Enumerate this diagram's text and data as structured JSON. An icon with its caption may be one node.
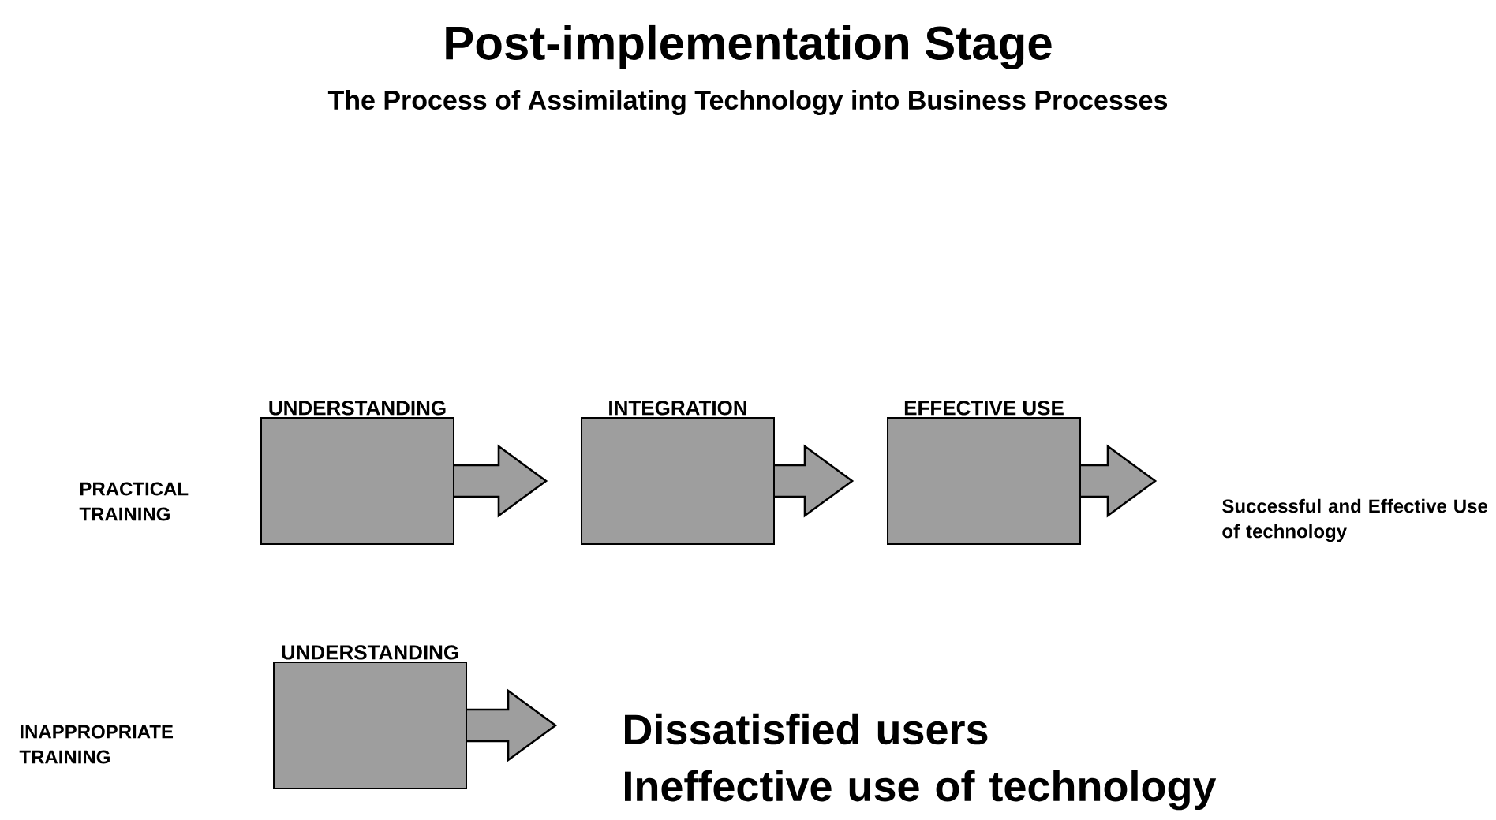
{
  "diagram": {
    "title": "Post-implementation Stage",
    "caption": "The Process of Assimilating Technology into Business Processes",
    "nodes": [
      {
        "text": [
          "PRACTICAL TRAINING"
        ]
      },
      {
        "text": [
          "UNDERSTANDING"
        ]
      },
      {
        "text": [
          "INTEGRATION"
        ]
      },
      {
        "text": [
          "EFFECTIVE USE"
        ]
      },
      {
        "text": [
          "Successful and Effective Use of technology"
        ]
      },
      {
        "text": [
          "INAPPROPRIATE TRAINING"
        ]
      },
      {
        "text": [
          "UNDERSTANDING"
        ]
      },
      {
        "text": [
          "Dissatisfied users",
          "Ineffective use of technology"
        ]
      }
    ],
    "edges": [
      {
        "from": 1,
        "to": 2,
        "arrow": "to"
      },
      {
        "from": 2,
        "to": 3,
        "arrow": "to"
      },
      {
        "from": 3,
        "to": 4,
        "arrow": "to"
      },
      {
        "from": 6,
        "to": 7,
        "arrow": "to"
      }
    ]
  }
}
